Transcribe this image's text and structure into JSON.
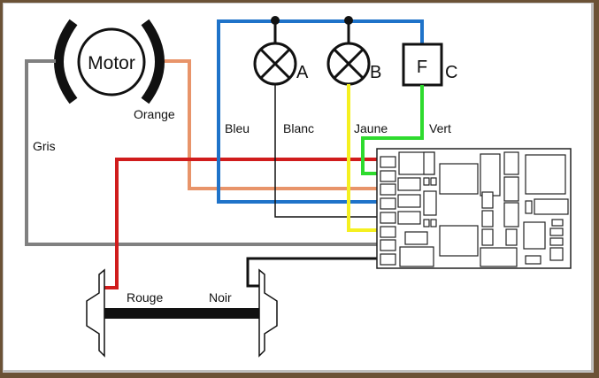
{
  "motor": {
    "label": "Motor"
  },
  "lamps": [
    {
      "id": "A"
    },
    {
      "id": "B"
    }
  ],
  "function_output": {
    "box_label": "F",
    "id": "C"
  },
  "wires": {
    "orange": {
      "label": "Orange",
      "color": "#e8946a"
    },
    "grey": {
      "label": "Gris",
      "color": "#808080"
    },
    "blue": {
      "label": "Bleu",
      "color": "#1f73c9"
    },
    "white": {
      "label": "Blanc",
      "color": "#111111"
    },
    "yellow": {
      "label": "Jaune",
      "color": "#f5f020"
    },
    "green": {
      "label": "Vert",
      "color": "#2edb2e"
    },
    "red": {
      "label": "Rouge",
      "color": "#d01c1c"
    },
    "black": {
      "label": "Noir",
      "color": "#111111"
    }
  }
}
